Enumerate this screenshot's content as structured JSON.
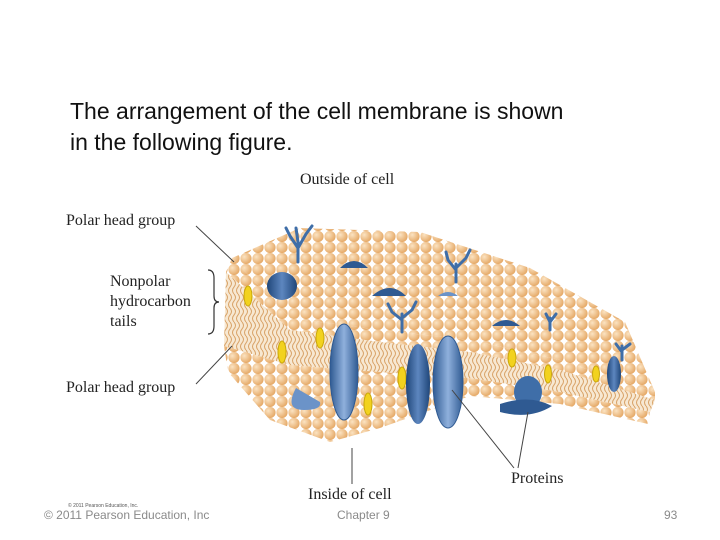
{
  "slide": {
    "text_line1": "The arrangement of the cell membrane is shown",
    "text_line2": "in the following figure."
  },
  "figure": {
    "label_outside": "Outside of cell",
    "label_inside": "Inside of cell",
    "label_polar_top": "Polar head group",
    "label_polar_bottom": "Polar head group",
    "label_nonpolar_1": "Nonpolar",
    "label_nonpolar_2": "hydrocarbon",
    "label_nonpolar_3": "tails",
    "label_proteins": "Proteins",
    "credit": "© 2011 Pearson Education, Inc.",
    "colors": {
      "head": "#f3c690",
      "head_dark": "#d99a5a",
      "tail": "#f6e3c8",
      "protein": "#3f6ea8",
      "protein_light": "#a9c2e3",
      "cholesterol": "#f2d21e"
    }
  },
  "footer": {
    "copyright": "© 2011 Pearson Education, Inc",
    "chapter": "Chapter 9",
    "page": "93"
  }
}
